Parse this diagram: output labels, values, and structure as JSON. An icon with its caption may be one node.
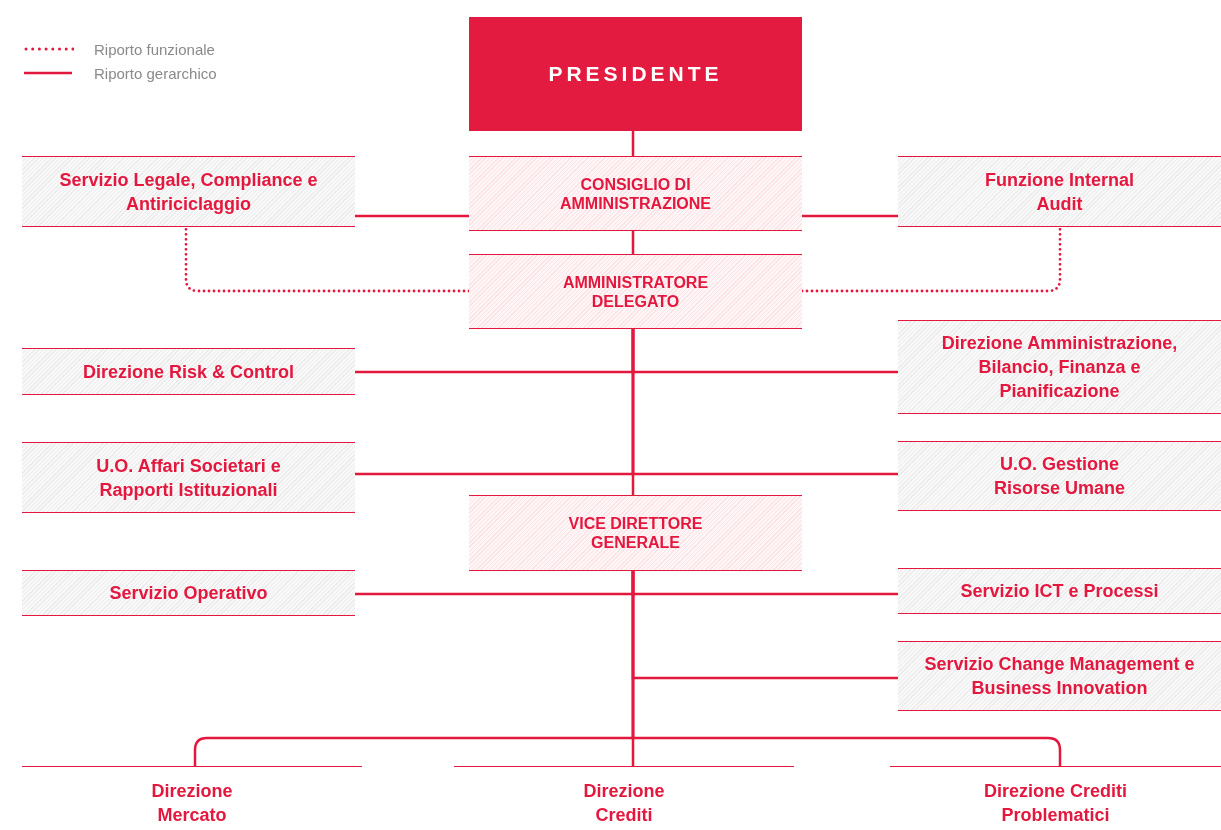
{
  "diagram": {
    "nodes": [
      {
        "text": [
          "PRESIDENTE"
        ]
      },
      {
        "text": [
          "CONSIGLIO DI AMMINISTRAZIONE"
        ]
      },
      {
        "text": [
          "AMMINISTRATORE DELEGATO"
        ]
      },
      {
        "text": [
          "Servizio Legale, Compliance e Antiriciclaggio"
        ]
      },
      {
        "text": [
          "Funzione Internal Audit"
        ]
      },
      {
        "text": [
          "Direzione Risk & Control"
        ]
      },
      {
        "text": [
          "Direzione Amministrazione, Bilancio, Finanza e Pianificazione"
        ]
      },
      {
        "text": [
          "U.O. Affari Societari e Rapporti Istituzionali"
        ]
      },
      {
        "text": [
          "U.O. Gestione Risorse Umane"
        ]
      },
      {
        "text": [
          "VICE DIRETTORE GENERALE"
        ]
      },
      {
        "text": [
          "Servizio Operativo"
        ]
      },
      {
        "text": [
          "Servizio ICT e Processi"
        ]
      },
      {
        "text": [
          "Servizio Change Management e Business Innovation"
        ]
      },
      {
        "text": [
          "Direzione Mercato"
        ]
      },
      {
        "text": [
          "Direzione Crediti"
        ]
      },
      {
        "text": [
          "Direzione Crediti Problematici"
        ]
      }
    ],
    "edges": [
      {
        "from": 0,
        "to": 1,
        "arrow": "none"
      },
      {
        "from": 1,
        "to": 2,
        "arrow": "none"
      },
      {
        "from": 1,
        "to": 3,
        "arrow": "none"
      },
      {
        "from": 1,
        "to": 4,
        "arrow": "none"
      },
      {
        "from": 2,
        "to": 3,
        "arrow": "none",
        "style": "dashed"
      },
      {
        "from": 2,
        "to": 4,
        "arrow": "none",
        "style": "dashed"
      },
      {
        "from": 2,
        "to": 5,
        "arrow": "none"
      },
      {
        "from": 2,
        "to": 6,
        "arrow": "none"
      },
      {
        "from": 2,
        "to": 7,
        "arrow": "none"
      },
      {
        "from": 2,
        "to": 8,
        "arrow": "none"
      },
      {
        "from": 2,
        "to": 9,
        "arrow": "none"
      },
      {
        "from": 9,
        "to": 10,
        "arrow": "none"
      },
      {
        "from": 9,
        "to": 11,
        "arrow": "none"
      },
      {
        "from": 9,
        "to": 12,
        "arrow": "none"
      },
      {
        "from": 9,
        "to": 13,
        "arrow": "none"
      },
      {
        "from": 9,
        "to": 14,
        "arrow": "none"
      },
      {
        "from": 9,
        "to": 15,
        "arrow": "none"
      }
    ],
    "legend": [
      {
        "text": "Riporto funzionale"
      },
      {
        "text": "Riporto gerarchico"
      }
    ]
  }
}
